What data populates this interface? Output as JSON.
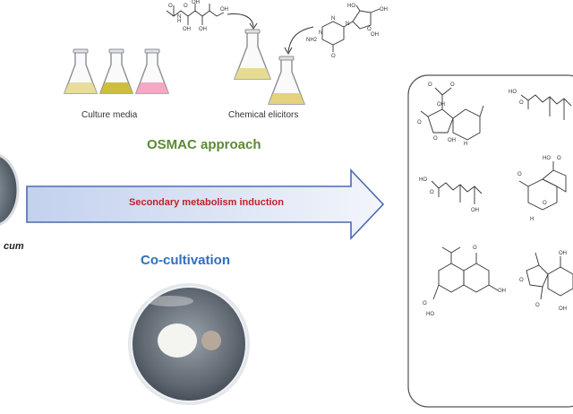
{
  "labels": {
    "culture_media": "Culture media",
    "chemical_elicitors": "Chemical elicitors",
    "osmac": "OSMAC approach",
    "induction": "Secondary metabolism induction",
    "cocultivation": "Co-cultivation",
    "species_fragment": "cum"
  },
  "colors": {
    "osmac": "#5a8a32",
    "cocultivation": "#2f6fbf",
    "induction": "#c3202a",
    "media_flask_1": "#e9dc9c",
    "media_flask_2": "#cdbf3d",
    "media_flask_3": "#f3a9c3",
    "elicitor_flask_1": "#e7db92",
    "elicitor_flask_2": "#e4d27e",
    "arrow_fill_start": "#c9d6ef",
    "arrow_fill_end": "#eef2fa",
    "arrow_stroke": "#4b6cae"
  },
  "icons": {
    "flask": "erlenmeyer-flask-icon",
    "petri": "petri-dish-icon",
    "molecule": "chemical-structure-icon"
  },
  "structures": {
    "acetylamino_sugar": {
      "atoms": [
        "O",
        "H",
        "N",
        "O",
        "OH",
        "OH",
        "OH",
        "OH"
      ]
    },
    "azacytidine": {
      "atoms": [
        "NH2",
        "N",
        "N",
        "N",
        "O",
        "O",
        "OH",
        "HO",
        "OH"
      ]
    },
    "product_1": {
      "atoms": [
        "O",
        "O",
        "OH",
        "O",
        "O",
        "OH",
        "H"
      ]
    },
    "product_2": {
      "atoms": [
        "HO",
        "O"
      ]
    },
    "product_3": {
      "atoms": [
        "HO",
        "O",
        "OH"
      ]
    },
    "product_4": {
      "atoms": [
        "O",
        "HO",
        "O",
        "O",
        "H"
      ]
    },
    "product_5": {
      "atoms": [
        "O",
        "OH",
        "HO",
        "O"
      ]
    },
    "product_6": {
      "atoms": [
        "OH",
        "O",
        "O",
        "OH"
      ]
    }
  }
}
